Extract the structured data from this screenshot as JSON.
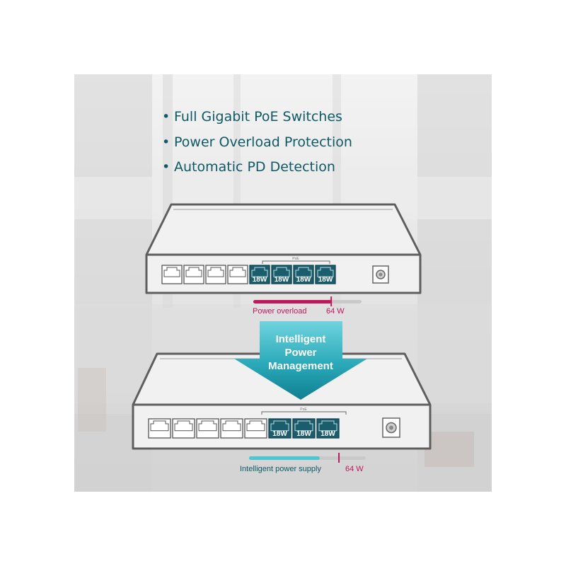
{
  "features": [
    "Full Gigabit PoE Switches",
    "Power Overload Protection",
    "Automatic PD Detection"
  ],
  "arrow": {
    "lines": [
      "Intelligent",
      "Power",
      "Management"
    ]
  },
  "switch_top": {
    "poe_label": "PoE",
    "ports": [
      "",
      "",
      "",
      "",
      "18W",
      "18W",
      "18W",
      "18W"
    ],
    "caption": "Power overload",
    "budget": "64 W",
    "load_fraction": 1.15
  },
  "switch_bottom": {
    "poe_label": "PoE",
    "ports": [
      "",
      "",
      "",
      "",
      "",
      "18W",
      "18W",
      "18W"
    ],
    "caption": "Intelligent power supply",
    "budget": "64 W",
    "load_fraction": 0.84
  },
  "colors": {
    "text_teal": "#0e5966",
    "port_teal": "#1b5d6d",
    "overload": "#c0185a",
    "supply": "#4cc6d3",
    "outline": "#5e5e5e"
  }
}
